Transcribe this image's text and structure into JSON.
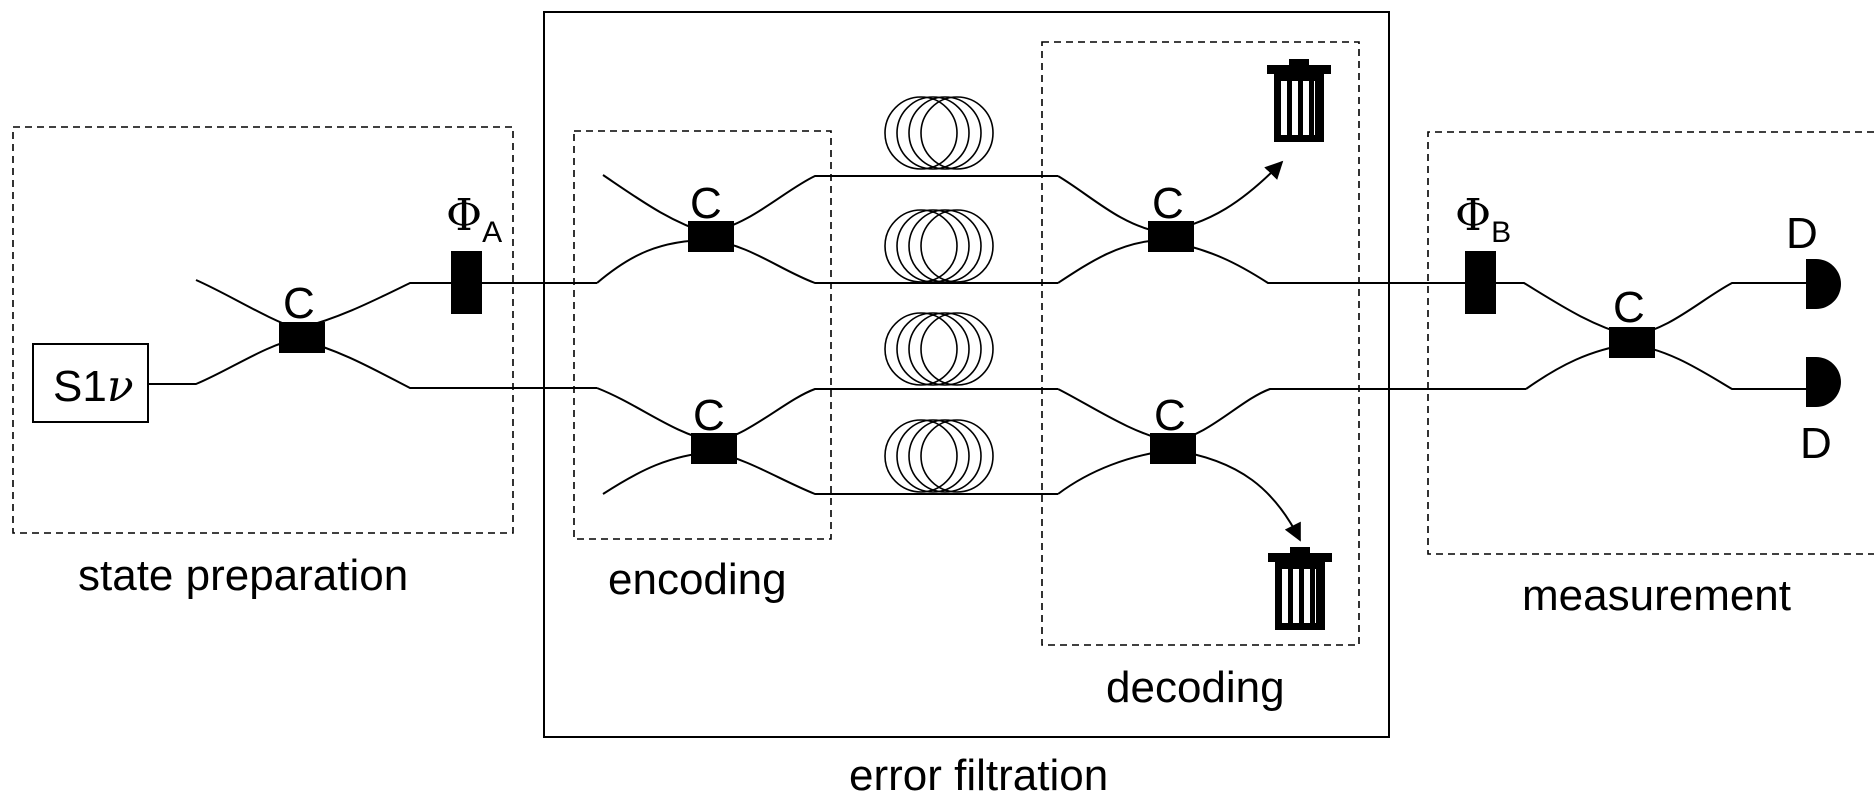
{
  "source": {
    "label_main": "S1",
    "label_nu": "ν"
  },
  "coupler_label": "C",
  "detector_label": "D",
  "phase_a": {
    "symbol": "Φ",
    "subscript": "A"
  },
  "phase_b": {
    "symbol": "Φ",
    "subscript": "B"
  },
  "sections": {
    "state_preparation": "state preparation",
    "encoding": "encoding",
    "decoding": "decoding",
    "measurement": "measurement",
    "error_filtration": "error filtration"
  },
  "icons": {
    "discard": "trash-can-icon",
    "fiber_spool": "fiber-loop-icon",
    "detector": "photodetector-icon"
  }
}
